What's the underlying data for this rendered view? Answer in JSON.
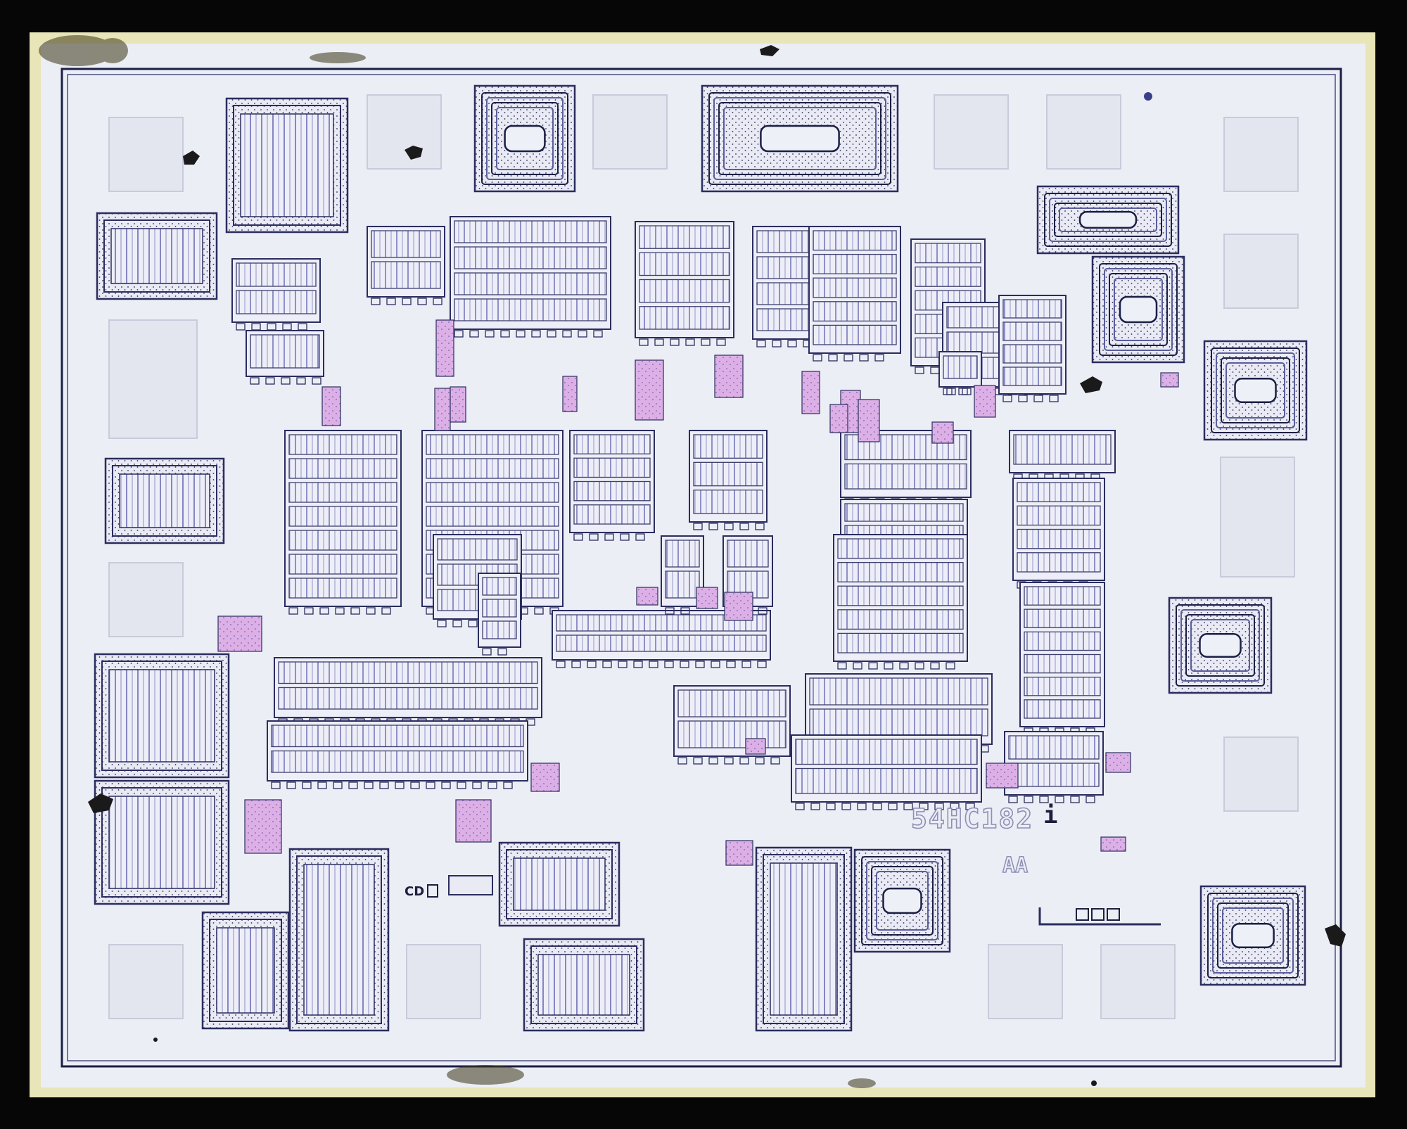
{
  "die_markings": {
    "part_number": "54HC182",
    "mask_code": "AA",
    "layer_code": "CD",
    "mark_glyph": "i"
  },
  "colors": {
    "background": "#060606",
    "die_surface": "#eceef6",
    "die_edge": "#e8e5b8",
    "seal_ring": "#1b1f44",
    "metal_outline": "#2a2d5e",
    "bond_pad": "#e4e6ef",
    "diffusion_pink": "#d9a6e2",
    "contamination": "#3b3514"
  }
}
